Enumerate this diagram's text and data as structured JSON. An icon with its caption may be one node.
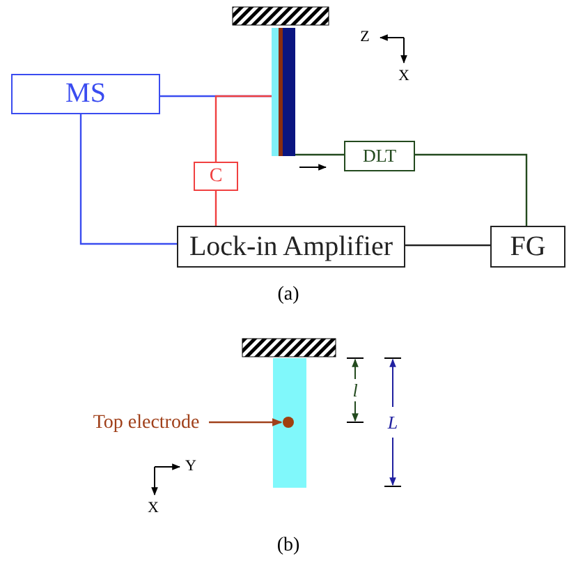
{
  "diagram": {
    "nodes": [
      {
        "text": [
          "MS"
        ]
      },
      {
        "text": [
          "C"
        ]
      },
      {
        "text": [
          "Lock-in Amplifier"
        ]
      },
      {
        "text": [
          "DLT"
        ]
      },
      {
        "text": [
          "FG"
        ]
      },
      {
        "text": [],
        "shape": "bar"
      },
      {
        "text": [
          "Top electrode"
        ]
      },
      {
        "text": [],
        "shape": "circle"
      }
    ],
    "edges": [
      {
        "from": 0,
        "to": 5,
        "arrow": "none",
        "color": "#3a4cf0"
      },
      {
        "from": 0,
        "to": 2,
        "arrow": "none",
        "color": "#3a4cf0"
      },
      {
        "from": 1,
        "to": 5,
        "arrow": "none",
        "color": "#f04040"
      },
      {
        "from": 1,
        "to": 2,
        "arrow": "none",
        "color": "#f04040"
      },
      {
        "from": 5,
        "to": 3,
        "arrow": "none",
        "color": "#234a1e"
      },
      {
        "from": 3,
        "to": 4,
        "arrow": "none",
        "color": "#234a1e"
      },
      {
        "from": 2,
        "to": 4,
        "arrow": "none",
        "color": "#222222"
      },
      {
        "from": 6,
        "to": 7,
        "arrow": "to",
        "color": "#a0401a"
      }
    ],
    "labels": [
      "Z",
      "X",
      "(a)",
      "l",
      "L",
      "Y",
      "X",
      "(b)"
    ]
  }
}
